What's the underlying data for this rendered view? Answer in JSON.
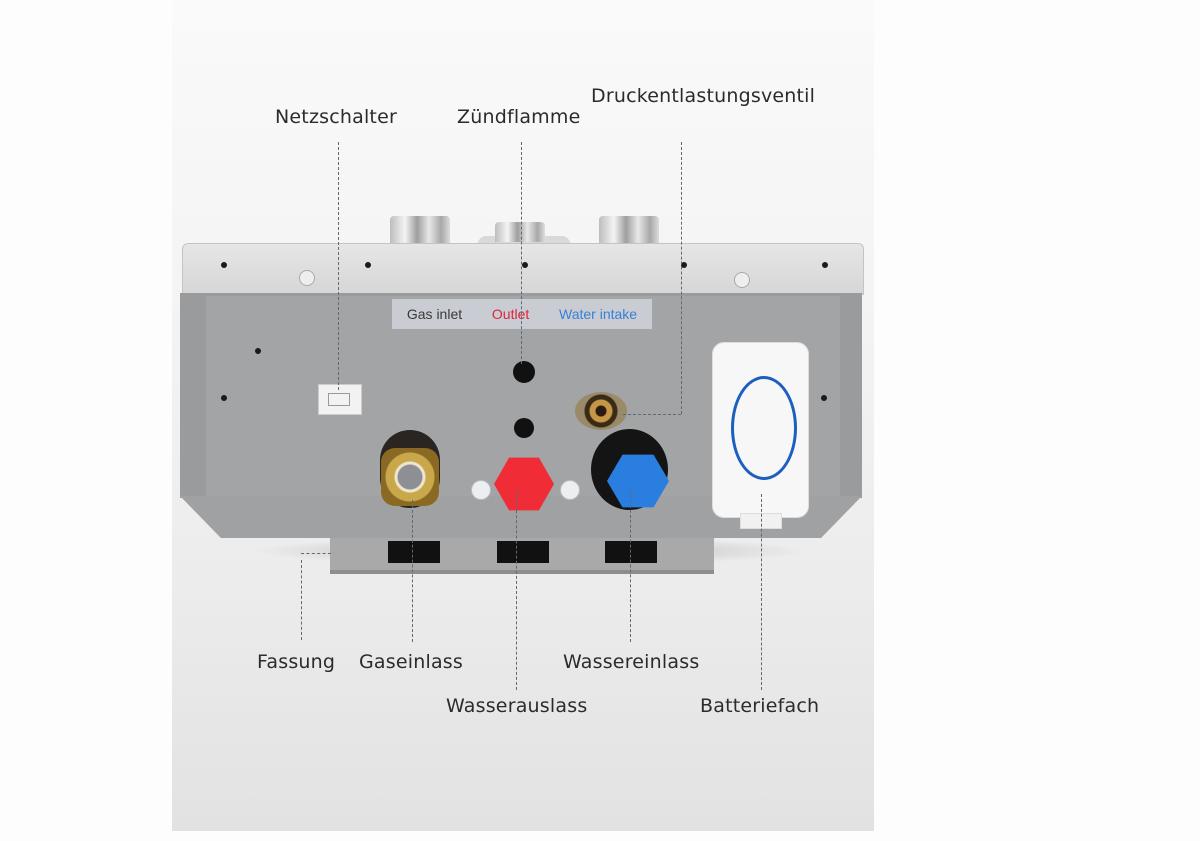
{
  "image": {
    "subject": "tankless gas water heater - bottom view with annotated connections",
    "background_color": "#fdfdfd",
    "panel_color": "#f0f0f0"
  },
  "annotations": {
    "top": [
      {
        "id": "power-switch",
        "label": "Netzschalter"
      },
      {
        "id": "pilot-flame",
        "label": "Zündflamme"
      },
      {
        "id": "pressure-relief-valve",
        "label": "Druckentlastungsventil"
      }
    ],
    "bottom": [
      {
        "id": "mount",
        "label": "Fassung"
      },
      {
        "id": "gas-inlet",
        "label": "Gaseinlass"
      },
      {
        "id": "water-outlet",
        "label": "Wasserauslass"
      },
      {
        "id": "water-inlet",
        "label": "Wassereinlass"
      },
      {
        "id": "battery-compartment",
        "label": "Batteriefach"
      }
    ]
  },
  "device_legend": {
    "gas": {
      "label": "Gas inlet",
      "color": "#3a3a3a"
    },
    "outlet": {
      "label": "Outlet",
      "color": "#d9283a"
    },
    "water": {
      "label": "Water intake",
      "color": "#3a7fd6"
    }
  },
  "colors": {
    "outlet_cap": "#f02d36",
    "inlet_cap": "#2a7ee0",
    "battery_ring": "#1d5fbf",
    "body": "#a3a4a6",
    "brass": "#c9a84c",
    "leader_line": "#5a6b78"
  }
}
